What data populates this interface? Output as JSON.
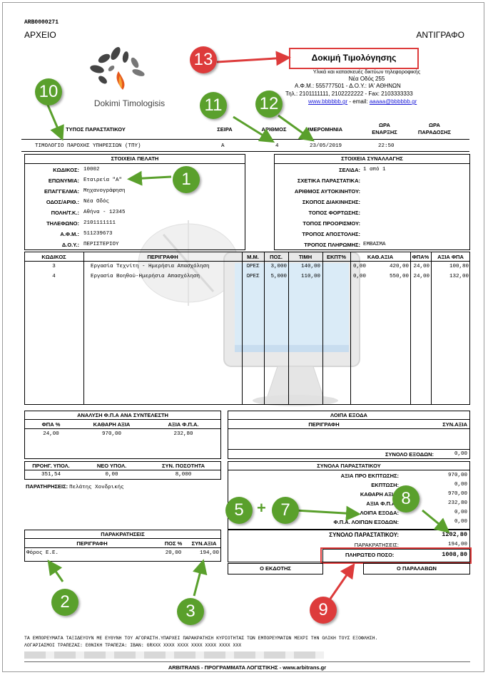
{
  "doc_code": "ARB0000271",
  "archive": "ΑΡΧΕΙΟ",
  "copy": "ΑΝΤΙΓΡΑΦΟ",
  "logo_text": "Dokimi Timologisis",
  "company": {
    "name": "Δοκιμή Τιμολόγησης",
    "activity": "Υλικά και κατασκευές δικτύων τηλεφοροφικής",
    "address": "Νέα Οδός 255",
    "afm_doy": "Α.Φ.Μ.: 555777501 - Δ.Ο.Υ.: ΙΑ' ΑΘΗΝΩΝ",
    "phones": "Τηλ.: 2101111111, 2102222222 - Fax: 2103333333",
    "web": "www.bbbbbb.gr",
    "email_sep": " - email: ",
    "email": "aaaaa@bbbbbb.gr"
  },
  "header_cols": [
    "ΤΥΠΟΣ ΠΑΡΑΣΤΑΤΙΚΟΥ",
    "ΣΕΙΡΑ",
    "ΑΡΙΘΜΟΣ",
    "ΗΜΕΡΟΜΗΝΙΑ",
    "ΩΡΑ ΕΝΑΡΞΗΣ",
    "ΩΡΑ ΠΑΡΑΔΟΣΗΣ"
  ],
  "doc": {
    "type": "ΤΙΜΟΛΟΓΙΟ ΠΑΡΟΧΗΣ ΥΠΗΡΕΣΙΩΝ (ΤΠΥ)",
    "series": "Α",
    "number": "4",
    "date": "23/05/2019",
    "start_time": "22:50",
    "delivery_time": ""
  },
  "customer": {
    "title": "ΣΤΟΙΧΕΙΑ ΠΕΛΑΤΗ",
    "rows": [
      {
        "label": "ΚΩΔΙΚΟΣ:",
        "value": "10002"
      },
      {
        "label": "ΕΠΩΝΥΜΙΑ:",
        "value": "Εταιρεία \"Α\""
      },
      {
        "label": "ΕΠΑΓΓΕΛΜΑ:",
        "value": "Μηχανογράφηση"
      },
      {
        "label": "ΟΔΟΣ/ΑΡΙΘ.:",
        "value": "Νέα Οδός"
      },
      {
        "label": "ΠΟΛΗ/Τ.Κ.:",
        "value": "Αθήνα - 12345"
      },
      {
        "label": "ΤΗΛΕΦΩΝΟ:",
        "value": "2101111111"
      },
      {
        "label": "Α.Φ.Μ.:",
        "value": "511239673"
      },
      {
        "label": "Δ.Ο.Υ.:",
        "value": "ΠΕΡΙΣΤΕΡΙΟΥ"
      }
    ]
  },
  "transaction": {
    "title": "ΣΤΟΙΧΕΙΑ ΣΥΝΑΛΛΑΓΗΣ",
    "rows": [
      {
        "label": "ΣΕΛΙΔΑ:",
        "value": "1 από 1"
      },
      {
        "label": "ΣΧΕΤΙΚΑ ΠΑΡΑΣΤΑΤΙΚΑ:",
        "value": ""
      },
      {
        "label": "ΑΡΙΘΜΟΣ ΑΥΤΟΚΙΝΗΤΟΥ:",
        "value": ""
      },
      {
        "label": "ΣΚΟΠΟΣ ΔΙΑΚΙΝΗΣΗΣ:",
        "value": ""
      },
      {
        "label": "ΤΟΠΟΣ ΦΟΡΤΩΣΗΣ:",
        "value": ""
      },
      {
        "label": "ΤΟΠΟΣ ΠΡΟΟΡΙΣΜΟΥ:",
        "value": ""
      },
      {
        "label": "ΤΡΟΠΟΣ ΑΠΟΣΤΟΛΗΣ:",
        "value": ""
      },
      {
        "label": "ΤΡΟΠΟΣ ΠΛΗΡΩΜΗΣ:",
        "value": "ΕΜΒΑΣΜΑ"
      }
    ]
  },
  "items_header": [
    "ΚΩΔΙΚΟΣ",
    "ΠΕΡΙΓΡΑΦΗ",
    "Μ.Μ.",
    "ΠΟΣ.",
    "ΤΙΜΗ",
    "ΕΚΠΤ%",
    "ΚΑΘ.ΑΞΙΑ",
    "ΦΠΑ%",
    "ΑΞΙΑ ΦΠΑ"
  ],
  "items": [
    {
      "code": "3",
      "desc": "Εργασία Τεχνίτη - Ημερήσια Απασχόληση",
      "unit": "ΩΡΕΣ",
      "qty": "3,000",
      "price": "140,00",
      "disc": "0,00",
      "net": "420,00",
      "vat_pct": "24,00",
      "vat": "100,80"
    },
    {
      "code": "4",
      "desc": "Εργασία Βοηθού-Ημερήσια Απασχόληση",
      "unit": "ΩΡΕΣ",
      "qty": "5,000",
      "price": "110,00",
      "disc": "0,00",
      "net": "550,00",
      "vat_pct": "24,00",
      "vat": "132,00"
    }
  ],
  "vat_analysis": {
    "title": "ΑΝΑΛΥΣΗ Φ.Π.Α ΑΝΑ ΣΥΝΤΕΛΕΣΤΗ",
    "headers": [
      "ΦΠΑ %",
      "ΚΑΘΑΡΗ ΑΞΙΑ",
      "ΑΞΙΑ Φ.Π.Α."
    ],
    "row": [
      "24,00",
      "970,00",
      "232,80"
    ]
  },
  "balance": {
    "headers": [
      "ΠΡΟΗΓ. ΥΠΟΛ.",
      "ΝΕΟ ΥΠΟΛ.",
      "ΣΥΝ. ΠΟΣΟΤΗΤΑ"
    ],
    "row": [
      "351,54",
      "0,00",
      "8,000"
    ]
  },
  "remarks": {
    "label": "ΠΑΡΑΤΗΡΗΣΕΙΣ:",
    "value": "Πελάτης Χονδρικής"
  },
  "other_expenses": {
    "title": "ΛΟΙΠΑ ΕΞΟΔΑ",
    "headers": [
      "ΠΕΡΙΓΡΑΦΗ",
      "ΣΥΝ.ΑΞΙΑ"
    ],
    "total_label": "ΣΥΝΟΛΟ ΕΞΟΔΩΝ:",
    "total_value": "0,00"
  },
  "totals": {
    "title": "ΣΥΝΟΛΑ ΠΑΡΑΣΤΑΤΙΚΟΥ",
    "rows": [
      {
        "label": "ΑΞΙΑ ΠΡΟ ΕΚΠΤΩΣΗΣ:",
        "value": "970,00"
      },
      {
        "label": "ΕΚΠΤΩΣΗ:",
        "value": "0,00"
      },
      {
        "label": "ΚΑΘΑΡΗ ΑΞΙΑ:",
        "value": "970,00"
      },
      {
        "label": "ΑΞΙΑ Φ.Π.Α.:",
        "value": "232,80"
      },
      {
        "label": "ΛΟΙΠΑ ΕΞΟΔΑ:",
        "value": "0,00"
      },
      {
        "label": "Φ.Π.Α. ΛΟΙΠΩΝ ΕΞΟΔΩΝ:",
        "value": "0,00"
      }
    ],
    "grand_label": "ΣΥΝΟΛΟ ΠΑΡΑΣΤΑΤΙΚΟΥ:",
    "grand_value": "1202,80",
    "withheld_label": "ΠΑΡΑΚΡΑΤΗΣΕΙΣ:",
    "withheld_value": "194,00",
    "payable_label": "ΠΛΗΡΩΤΕΟ ΠΟΣΟ:",
    "payable_value": "1008,80"
  },
  "withholdings": {
    "title": "ΠΑΡΑΚΡΑΤΗΣΕΙΣ",
    "headers": [
      "ΠΕΡΙΓΡΑΦΗ",
      "ΠΟΣ %",
      "ΣΥΝ.ΑΞΙΑ"
    ],
    "row": [
      "Φόρος Ε.Ε.",
      "20,00",
      "194,00"
    ]
  },
  "issuer": "Ο ΕΚΔΟΤΗΣ",
  "receiver": "Ο ΠΑΡΑΛΑΒΩΝ",
  "footer_note": "ΤΑ ΕΜΠΟΡΕΥΜΑΤΑ ΤΑΞΙΔΕΥΟΥΝ ΜΕ ΕΥΘΥΝΗ ΤΟΥ ΑΓΟΡΑΣΤΗ.ΥΠΑΡΧΕΙ ΠΑΡΑΚΡΑΤΗΣΗ ΚΥΡΙΟΤΗΤΑΣ ΤΩΝ ΕΜΠΟΡΕΥΜΑΤΩΝ ΜΕΧΡΙ ΤΗΝ ΟΛΙΚΗ ΤΟΥΣ ΕΞΟΦΛΗΣΗ.",
  "bank_note": "ΛΟΓΑΡΙΑΣΜΟΙ ΤΡΑΠΕΖΑΣ: ΕΘΝΙΚΗ ΤΡΑΠΕΖΑ: IBAN: GRXXX XXXX XXXX XXXX XXXX XXXX XXX",
  "footer_brand": "ARBITRANS - ΠΡΟΓΡΑΜΜΑΤΑ ΛΟΓΙΣΤΙΚΗΣ - www.arbitrans.gr",
  "badges": [
    "1",
    "2",
    "3",
    "5",
    "+",
    "7",
    "8",
    "9",
    "10",
    "11",
    "12",
    "13"
  ],
  "colors": {
    "green": "#5aa02c",
    "red": "#dd3b3b",
    "link": "#1a1ad8"
  }
}
